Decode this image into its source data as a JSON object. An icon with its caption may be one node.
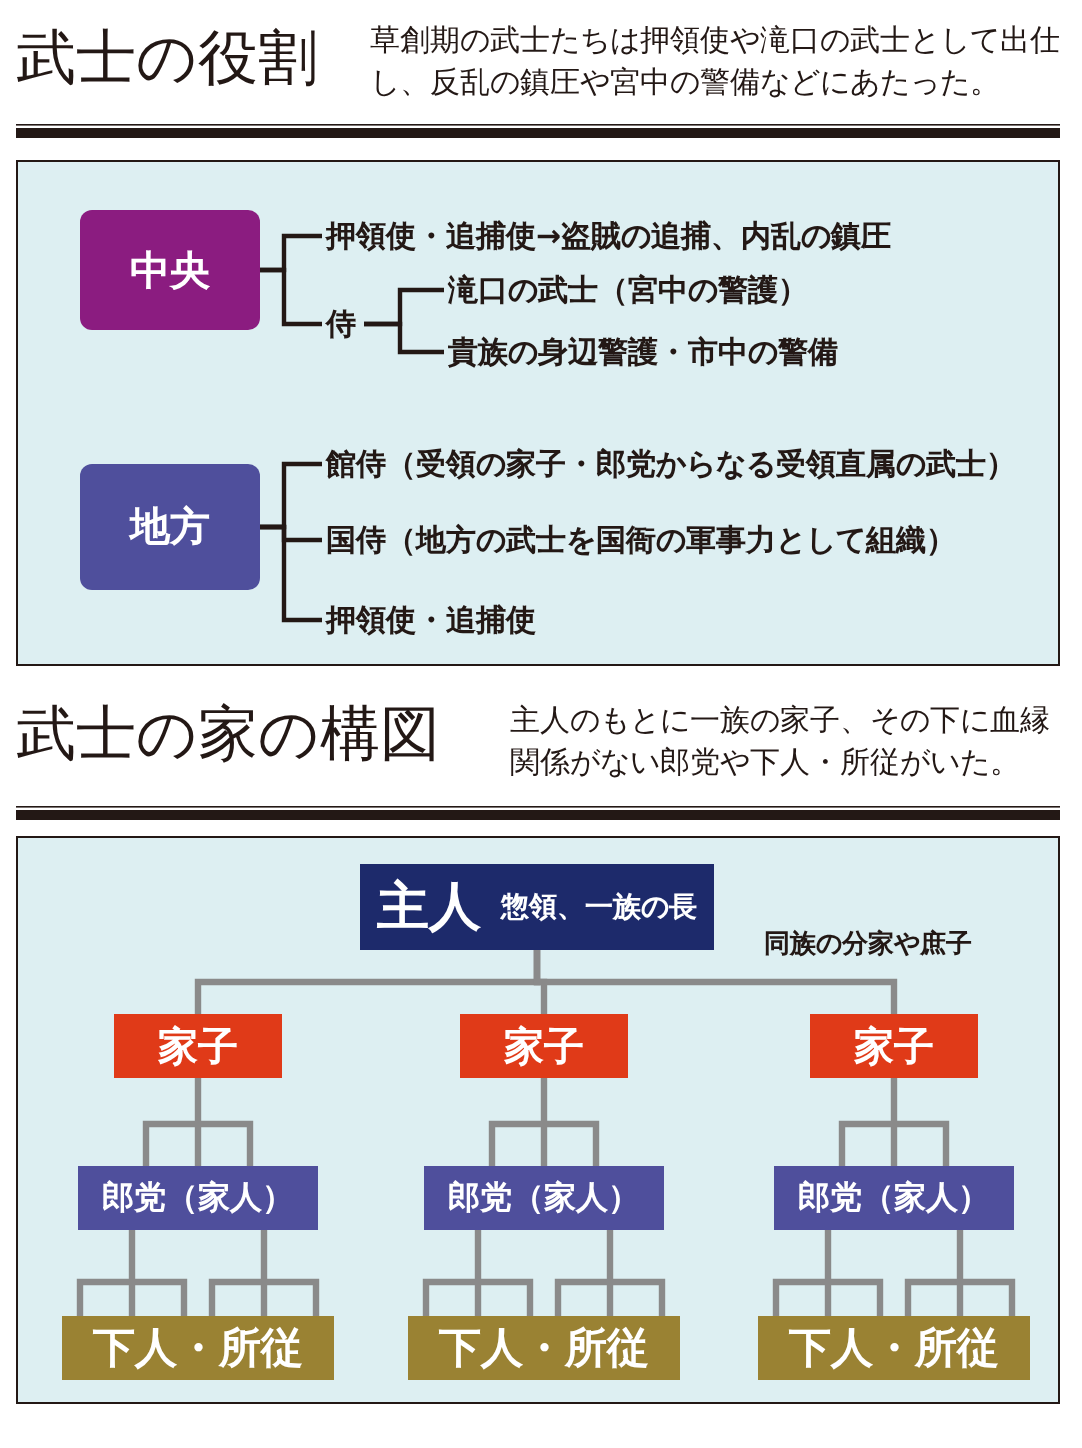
{
  "diagram": {
    "title": "武士の役割",
    "nodes": [
      {
        "text": [
          "中央"
        ]
      },
      {
        "text": [
          "押領使・追捕使→盗賊の追捕、内乱の鎮圧"
        ]
      },
      {
        "text": [
          "侍"
        ]
      },
      {
        "text": [
          "滝口の武士（宮中の警護）"
        ]
      },
      {
        "text": [
          "貴族の身辺警護・市中の警備"
        ]
      },
      {
        "text": [
          "地方"
        ]
      },
      {
        "text": [
          "館侍（受領の家子・郎党からなる受領直属の武士）"
        ]
      },
      {
        "text": [
          "国侍（地方の武士を国衙の軍事力として組織）"
        ]
      },
      {
        "text": [
          "押領使・追捕使"
        ]
      },
      {
        "text": [
          "主人",
          "惣領、一族の長"
        ]
      },
      {
        "text": [
          "家子"
        ]
      },
      {
        "text": [
          "家子"
        ]
      },
      {
        "text": [
          "家子"
        ]
      },
      {
        "text": [
          "郎党（家人）"
        ]
      },
      {
        "text": [
          "郎党（家人）"
        ]
      },
      {
        "text": [
          "郎党（家人）"
        ]
      },
      {
        "text": [
          "下人・所従"
        ]
      },
      {
        "text": [
          "下人・所従"
        ]
      },
      {
        "text": [
          "下人・所従"
        ]
      }
    ],
    "edges": [
      {
        "from": 0,
        "to": 1,
        "arrow": "none",
        "color": "#231815"
      },
      {
        "from": 0,
        "to": 2,
        "arrow": "none",
        "color": "#231815"
      },
      {
        "from": 2,
        "to": 3,
        "arrow": "none",
        "color": "#231815"
      },
      {
        "from": 2,
        "to": 4,
        "arrow": "none",
        "color": "#231815"
      },
      {
        "from": 5,
        "to": 6,
        "arrow": "none",
        "color": "#231815"
      },
      {
        "from": 5,
        "to": 7,
        "arrow": "none",
        "color": "#231815"
      },
      {
        "from": 5,
        "to": 8,
        "arrow": "none",
        "color": "#231815"
      },
      {
        "from": 9,
        "to": 10,
        "arrow": "none"
      },
      {
        "from": 9,
        "to": 11,
        "arrow": "none"
      },
      {
        "from": 9,
        "to": 12,
        "arrow": "none"
      },
      {
        "from": 10,
        "to": 13,
        "arrow": "none"
      },
      {
        "from": 11,
        "to": 14,
        "arrow": "none"
      },
      {
        "from": 12,
        "to": 15,
        "arrow": "none"
      },
      {
        "from": 13,
        "to": 16,
        "arrow": "none"
      },
      {
        "from": 14,
        "to": 17,
        "arrow": "none"
      },
      {
        "from": 15,
        "to": 18,
        "arrow": "none"
      }
    ],
    "labels": [
      "草創期の武士たちは押領使や滝口の武士として出仕し、反乱の鎮圧や宮中の警備などにあたった。",
      "武士の家の構図",
      "主人のもとに一族の家子、その下に血縁関係がない郎党や下人・所従がいた。",
      "同族の分家や庶子"
    ]
  }
}
